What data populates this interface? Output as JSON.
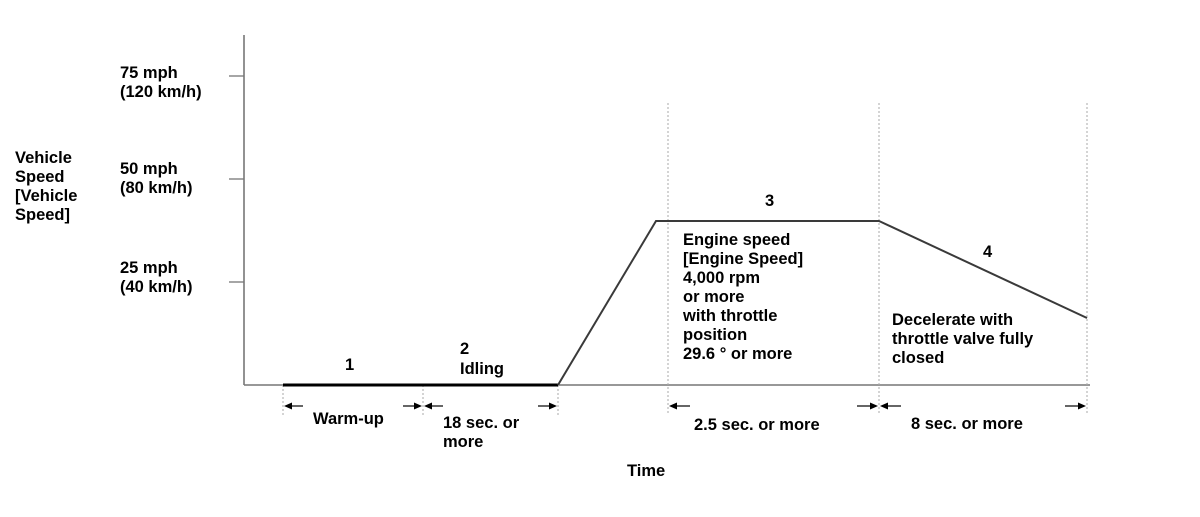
{
  "y_axis": {
    "title": [
      "Vehicle",
      "Speed",
      "[Vehicle",
      "Speed]"
    ],
    "ticks": [
      {
        "line1": "75 mph",
        "line2": "(120 km/h)"
      },
      {
        "line1": "50 mph",
        "line2": "(80 km/h)"
      },
      {
        "line1": "25 mph",
        "line2": "(40 km/h)"
      }
    ]
  },
  "x_axis": {
    "title": "Time"
  },
  "phases": [
    {
      "number": "1",
      "name": ""
    },
    {
      "number": "2",
      "name": "Idling"
    },
    {
      "number": "3",
      "description": [
        "Engine speed",
        "[Engine Speed]",
        "4,000 rpm",
        "or more",
        "with throttle",
        "position",
        "29.6 ° or more"
      ]
    },
    {
      "number": "4",
      "description": [
        "Decelerate with",
        "throttle valve fully",
        "closed"
      ]
    }
  ],
  "durations": [
    {
      "lines": [
        "Warm-up"
      ]
    },
    {
      "lines": [
        "18 sec. or",
        "more"
      ]
    },
    {
      "lines": [
        "2.5 sec. or more"
      ]
    },
    {
      "lines": [
        "8 sec. or more"
      ]
    }
  ]
}
